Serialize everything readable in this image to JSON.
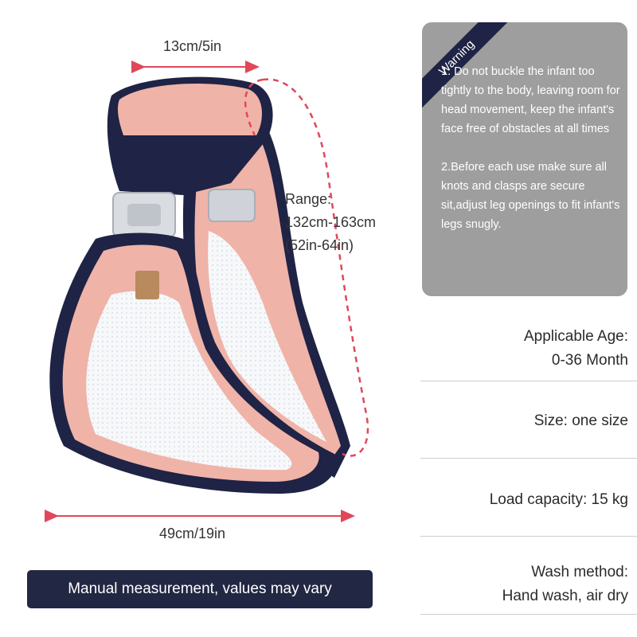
{
  "dimensions": {
    "top_width": "13cm/5in",
    "bottom_width": "49cm/19in",
    "range_title": "Range:",
    "range_cm": "132cm-163cm",
    "range_in": "(52in-64in)"
  },
  "warning": {
    "ribbon": "Warning",
    "item1": "1. Do not buckle the infant too tightly to the body, leaving room for head movement, keep the infant's face free of obstacles at all times",
    "item2": "2.Before each use make sure all knots and clasps are secure sit,adjust leg openings to fit infant's legs snugly."
  },
  "specs": {
    "age_label": "Applicable Age:",
    "age_value": "0-36 Month",
    "size": "Size: one size",
    "load": "Load capacity: 15 kg",
    "wash_label": "Wash method:",
    "wash_value": "Hand wash, air dry"
  },
  "banner": "Manual measurement, values may vary",
  "colors": {
    "navy": "#1f2345",
    "pink": "#f0b3a8",
    "mesh": "#f4f6f9",
    "arrow_red": "#e0485a",
    "card_gray": "#9e9e9e"
  },
  "icons": [
    "baby-sling-illustration",
    "dimension-arrow",
    "range-loop-dashed"
  ]
}
